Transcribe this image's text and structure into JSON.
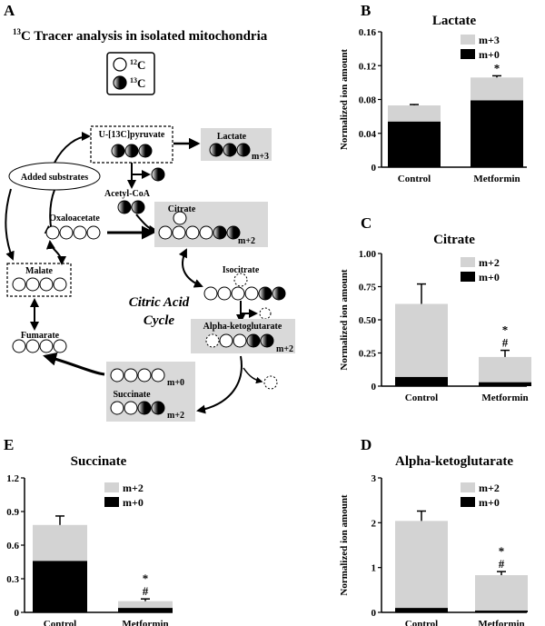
{
  "panels": {
    "a_letter": "A",
    "b_letter": "B",
    "c_letter": "C",
    "d_letter": "D",
    "e_letter": "E"
  },
  "diagram": {
    "title_sup": "13",
    "title_rest": "C Tracer analysis in isolated mitochondria",
    "key_12c_sup": "12",
    "key_12c": "C",
    "key_13c_sup": "13",
    "key_13c": "C",
    "pyruvate": "U-[13C]pyruvate",
    "lactate": "Lactate",
    "lactate_tag": "m+3",
    "added_substrates": "Added substrates",
    "acetyl_coa": "Acetyl-CoA",
    "oxaloacetate": "Oxaloacetate",
    "citrate": "Citrate",
    "citrate_tag": "m+2",
    "malate": "Malate",
    "isocitrate": "Isocitrate",
    "cycle_line1": "Citric Acid",
    "cycle_line2": "Cycle",
    "fumarate": "Fumarate",
    "akg": "Alpha-ketoglutarate",
    "akg_tag": "m+2",
    "succinate": "Succinate",
    "succinate_tag0": "m+0",
    "succinate_tag2": "m+2"
  },
  "colors": {
    "m0": "#000000",
    "m_labeled": "#d3d3d3",
    "box_fill": "#d9d9d9"
  },
  "ylabel_text": "Normalized ion amount",
  "chart_data": [
    {
      "id": "lactate",
      "type": "bar",
      "stacked": true,
      "title": "Lactate",
      "ylabel": "Normalized ion amount",
      "categories": [
        "Control",
        "Metformin"
      ],
      "ylim": [
        0,
        0.16
      ],
      "yticks": [
        "0",
        "0.04",
        "0.08",
        "0.12",
        "0.16"
      ],
      "series": [
        {
          "name": "m+0",
          "color": "#000000",
          "values": [
            0.054,
            0.079
          ]
        },
        {
          "name": "m+3",
          "color": "#d3d3d3",
          "values": [
            0.019,
            0.027
          ]
        }
      ],
      "error": [
        0.001,
        0.002
      ],
      "annotations": [
        "",
        "*"
      ],
      "legend": "top-right"
    },
    {
      "id": "citrate",
      "type": "bar",
      "stacked": true,
      "title": "Citrate",
      "ylabel": "Normalized ion amount",
      "categories": [
        "Control",
        "Metformin"
      ],
      "ylim": [
        0,
        1.0
      ],
      "yticks": [
        "0",
        "0.25",
        "0.50",
        "0.75",
        "1.00"
      ],
      "series": [
        {
          "name": "m+0",
          "color": "#000000",
          "values": [
            0.07,
            0.03
          ]
        },
        {
          "name": "m+2",
          "color": "#d3d3d3",
          "values": [
            0.55,
            0.19
          ]
        }
      ],
      "error": [
        0.15,
        0.05
      ],
      "annotations": [
        "",
        "*\n#"
      ],
      "legend": "top-right"
    },
    {
      "id": "succinate",
      "type": "bar",
      "stacked": true,
      "title": "Succinate",
      "ylabel": "Normalized ion amount",
      "categories": [
        "Control",
        "Metformin"
      ],
      "ylim": [
        0,
        1.2
      ],
      "yticks": [
        "0",
        "0.3",
        "0.6",
        "0.9",
        "1.2"
      ],
      "series": [
        {
          "name": "m+0",
          "color": "#000000",
          "values": [
            0.46,
            0.04
          ]
        },
        {
          "name": "m+2",
          "color": "#d3d3d3",
          "values": [
            0.32,
            0.06
          ]
        }
      ],
      "error": [
        0.08,
        0.02
      ],
      "annotations": [
        "",
        "*\n#"
      ],
      "legend": "top-right"
    },
    {
      "id": "akg",
      "type": "bar",
      "stacked": true,
      "title": "Alpha-ketoglutarate",
      "ylabel": "Normalized ion amount",
      "categories": [
        "Control",
        "Metformin"
      ],
      "ylim": [
        0,
        3
      ],
      "yticks": [
        "0",
        "1",
        "2",
        "3"
      ],
      "series": [
        {
          "name": "m+0",
          "color": "#000000",
          "values": [
            0.1,
            0.04
          ]
        },
        {
          "name": "m+2",
          "color": "#d3d3d3",
          "values": [
            1.94,
            0.79
          ]
        }
      ],
      "error": [
        0.22,
        0.08
      ],
      "annotations": [
        "",
        "*\n#"
      ],
      "legend": "top-right"
    }
  ]
}
